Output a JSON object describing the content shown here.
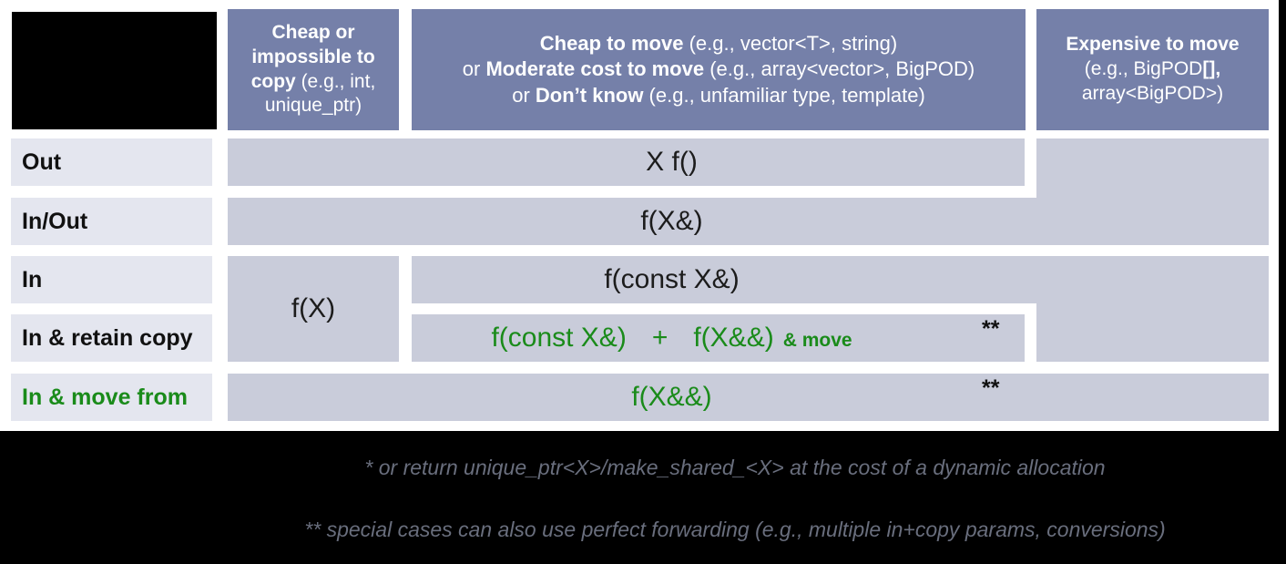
{
  "colors": {
    "header_bg": "#7580A9",
    "cell_bg": "#C9CCDA",
    "row_header_bg": "#E4E6EF",
    "green_accent": "#1a8b1a",
    "footnote_text": "#696E7D",
    "background": "#000000",
    "page": "#ffffff"
  },
  "table": {
    "col_headers": [
      {
        "segments": [
          {
            "t": "Cheap or impossible to copy",
            "b": true
          },
          {
            "t": " (e.g., int, unique_ptr)",
            "b": false
          }
        ]
      },
      {
        "lines": [
          [
            {
              "t": "Cheap to move",
              "b": true
            },
            {
              "t": " (e.g., vector<T>, string)",
              "b": false
            }
          ],
          [
            {
              "t": "or ",
              "b": false
            },
            {
              "t": "Moderate cost to move",
              "b": true
            },
            {
              "t": " (e.g., array<vector>, BigPOD)",
              "b": false
            }
          ],
          [
            {
              "t": "or ",
              "b": false
            },
            {
              "t": "Don’t know",
              "b": true
            },
            {
              "t": " (e.g., unfamiliar type, template)",
              "b": false
            }
          ]
        ]
      },
      {
        "lines": [
          [
            {
              "t": "Expensive to move",
              "b": true
            }
          ],
          [
            {
              "t": "(e.g., BigPOD",
              "b": false
            },
            {
              "t": "[],",
              "b": true
            }
          ],
          [
            {
              "t": "array<BigPOD>)",
              "b": false
            }
          ]
        ]
      }
    ],
    "row_headers": [
      {
        "label": "Out"
      },
      {
        "label": "In/Out"
      },
      {
        "label": "In"
      },
      {
        "label": "In & retain copy"
      },
      {
        "label": "In & move from"
      }
    ],
    "cells": {
      "out": "X f()",
      "inout": "f(X&)",
      "in_cheap": "f(X)",
      "in": "f(const X&)",
      "retain": {
        "part1": "f(const X&)",
        "plus": "+",
        "part2": "f(X&&)",
        "suffix": "& move",
        "marker": "**"
      },
      "movefrom": {
        "text": "f(X&&)",
        "marker": "**"
      }
    }
  },
  "footnotes": [
    "* or return unique_ptr<X>/make_shared_<X> at the cost of a dynamic allocation",
    "** special cases can also use perfect forwarding (e.g., multiple in+copy params, conversions)"
  ]
}
